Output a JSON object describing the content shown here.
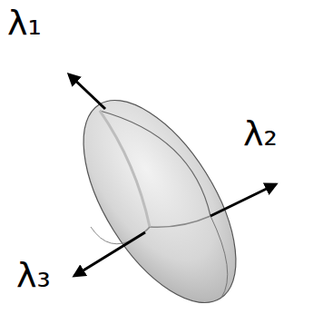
{
  "diagram": {
    "labels": [
      "λ₁",
      "λ₂",
      "λ₃"
    ]
  }
}
